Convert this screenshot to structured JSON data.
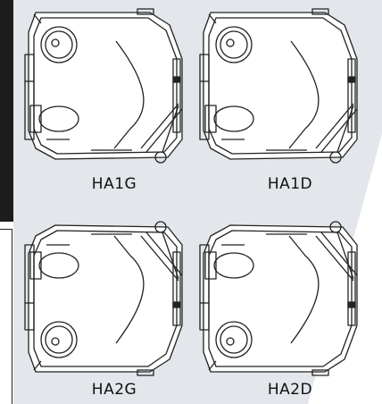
{
  "units": [
    {
      "id": "ha1g",
      "label": "HA1G"
    },
    {
      "id": "ha1d",
      "label": "HA1D"
    },
    {
      "id": "ha2g",
      "label": "HA2G"
    },
    {
      "id": "ha2d",
      "label": "HA2D"
    }
  ]
}
